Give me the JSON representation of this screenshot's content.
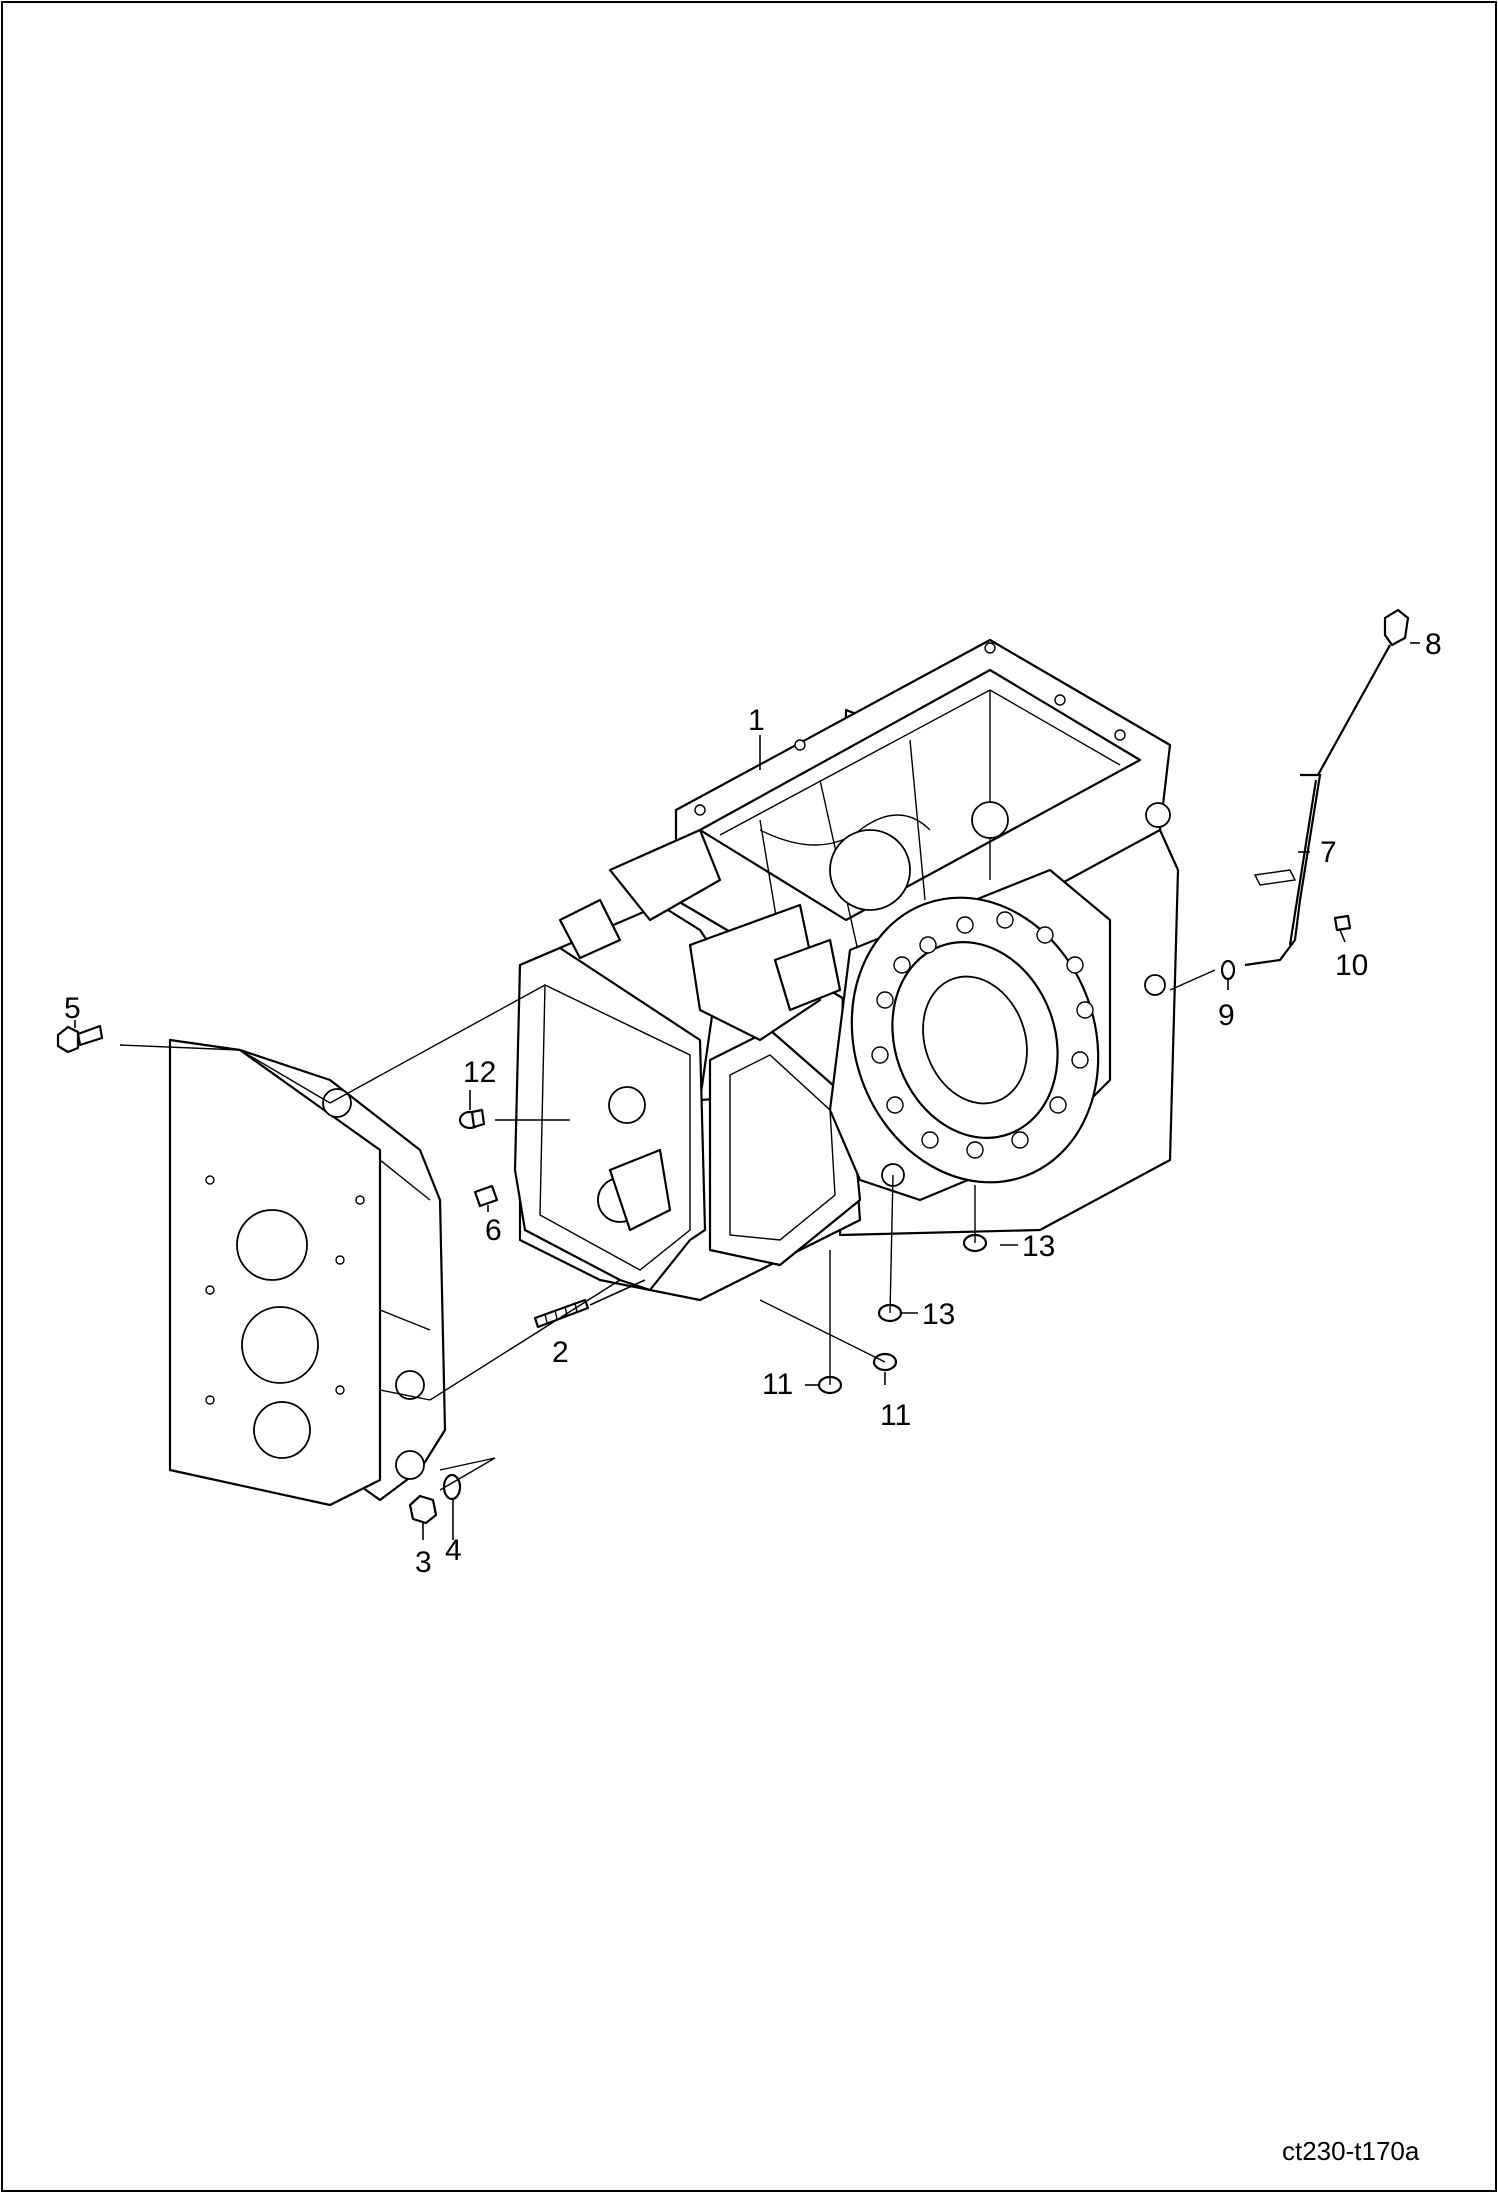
{
  "diagram": {
    "drawing_ref": "ct230-t170a",
    "callouts": [
      {
        "id": "c1",
        "label": "1"
      },
      {
        "id": "c2",
        "label": "2"
      },
      {
        "id": "c3",
        "label": "3"
      },
      {
        "id": "c4",
        "label": "4"
      },
      {
        "id": "c5",
        "label": "5"
      },
      {
        "id": "c6",
        "label": "6"
      },
      {
        "id": "c7",
        "label": "7"
      },
      {
        "id": "c8",
        "label": "8"
      },
      {
        "id": "c9",
        "label": "9"
      },
      {
        "id": "c10",
        "label": "10"
      },
      {
        "id": "c11a",
        "label": "11"
      },
      {
        "id": "c11b",
        "label": "11"
      },
      {
        "id": "c12",
        "label": "12"
      },
      {
        "id": "c13a",
        "label": "13"
      },
      {
        "id": "c13b",
        "label": "13"
      }
    ]
  }
}
